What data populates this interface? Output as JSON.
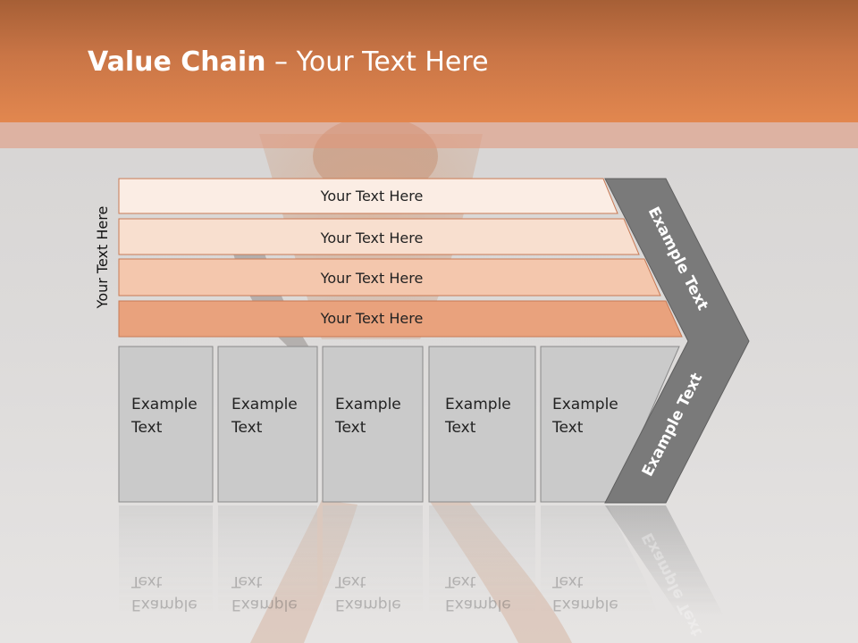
{
  "title": {
    "bold": "Value Chain",
    "rest": " – Your Text Here"
  },
  "side_label": "Your Text Here",
  "rows": [
    {
      "label": "Your Text Here",
      "color": "#fbede4"
    },
    {
      "label": "Your Text Here",
      "color": "#f8dfcf"
    },
    {
      "label": "Your Text Here",
      "color": "#f4c7ad"
    },
    {
      "label": "Your Text Here",
      "color": "#e9a27d"
    }
  ],
  "boxes": [
    {
      "line1": "Example",
      "line2": "Text"
    },
    {
      "line1": "Example",
      "line2": "Text"
    },
    {
      "line1": "Example",
      "line2": "Text"
    },
    {
      "line1": "Example",
      "line2": "Text"
    },
    {
      "line1": "Example",
      "line2": "Text"
    }
  ],
  "chevron": {
    "top_label": "Example Text",
    "bottom_label": "Example Text",
    "color": "#7a7a7a"
  },
  "colors": {
    "header": "#e2874f",
    "box": "#cacaca"
  }
}
